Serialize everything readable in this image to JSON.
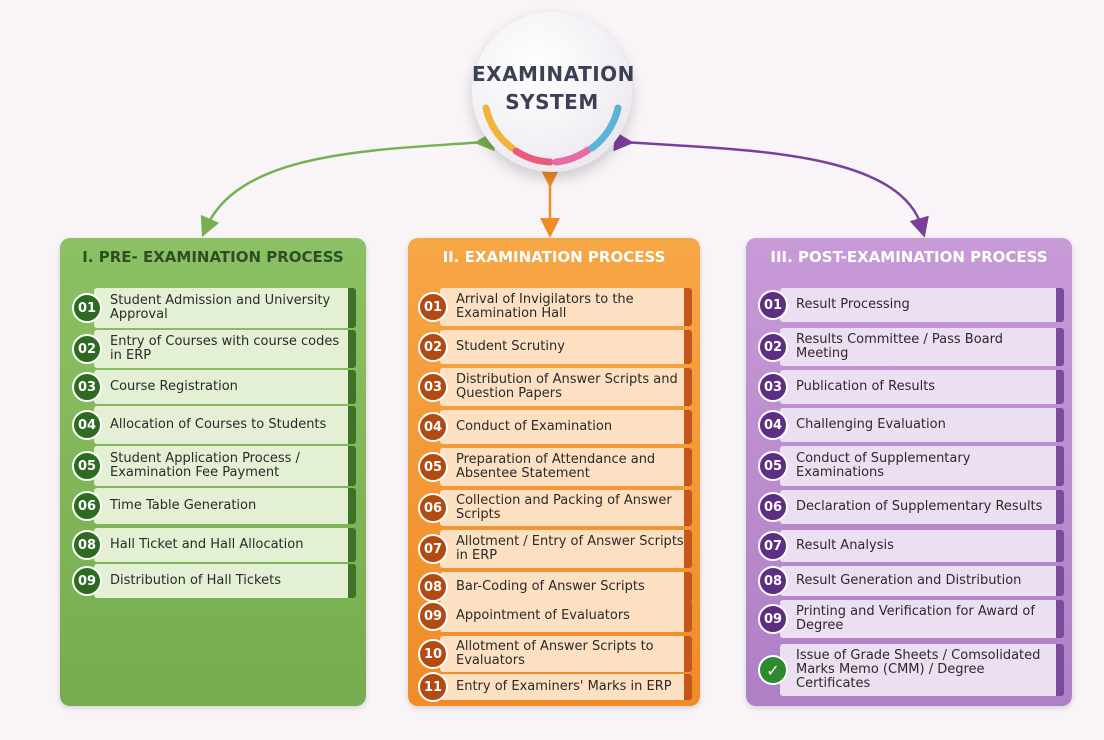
{
  "hub": {
    "line1": "EXAMINATION",
    "line2": "SYSTEM"
  },
  "colors": {
    "pre": "#7cb655",
    "exam": "#f29a33",
    "post": "#b987cf",
    "green_arrow": "#79b04f",
    "orange_arrow": "#ef8c27",
    "purple_arrow": "#7b3f9b"
  },
  "pre": {
    "title": "I. PRE- EXAMINATION PROCESS",
    "items": [
      {
        "num": "01",
        "label": "Student Admission and University Approval"
      },
      {
        "num": "02",
        "label": "Entry of Courses with course codes in ERP"
      },
      {
        "num": "03",
        "label": "Course Registration"
      },
      {
        "num": "04",
        "label": "Allocation of Courses to Students"
      },
      {
        "num": "05",
        "label": "Student Application Process / Examination Fee Payment"
      },
      {
        "num": "06",
        "label": "Time Table Generation"
      },
      {
        "num": "08",
        "label": "Hall Ticket and Hall Allocation"
      },
      {
        "num": "09",
        "label": "Distribution of Hall Tickets"
      }
    ]
  },
  "exam": {
    "title": "II. EXAMINATION PROCESS",
    "items": [
      {
        "num": "01",
        "label": "Arrival of Invigilators to the Examination Hall"
      },
      {
        "num": "02",
        "label": "Student Scrutiny"
      },
      {
        "num": "03",
        "label": "Distribution of Answer Scripts and Question Papers"
      },
      {
        "num": "04",
        "label": "Conduct of Examination"
      },
      {
        "num": "05",
        "label": "Preparation of Attendance and Absentee Statement"
      },
      {
        "num": "06",
        "label": "Collection and Packing of Answer Scripts"
      },
      {
        "num": "07",
        "label": "Allotment / Entry of Answer Scripts in ERP"
      },
      {
        "num": "08",
        "label": "Bar-Coding of Answer Scripts"
      },
      {
        "num": "09",
        "label": "Appointment of Evaluators"
      },
      {
        "num": "10",
        "label": "Allotment of Answer Scripts to Evaluators"
      },
      {
        "num": "11",
        "label": "Entry of Examiners' Marks in ERP"
      }
    ]
  },
  "post": {
    "title": "III. POST-EXAMINATION PROCESS",
    "items": [
      {
        "num": "01",
        "label": "Result Processing"
      },
      {
        "num": "02",
        "label": "Results Committee / Pass Board Meeting"
      },
      {
        "num": "03",
        "label": "Publication of Results"
      },
      {
        "num": "04",
        "label": "Challenging Evaluation"
      },
      {
        "num": "05",
        "label": "Conduct of Supplementary Examinations"
      },
      {
        "num": "06",
        "label": "Declaration of Supplementary Results"
      },
      {
        "num": "07",
        "label": "Result Analysis"
      },
      {
        "num": "08",
        "label": "Result Generation and Distribution"
      },
      {
        "num": "09",
        "label": "Printing and Verification for Award of Degree"
      },
      {
        "num": "",
        "icon": "check-icon",
        "label": "Issue of Grade Sheets / Comsolidated Marks Memo (CMM) / Degree Certificates"
      }
    ]
  }
}
